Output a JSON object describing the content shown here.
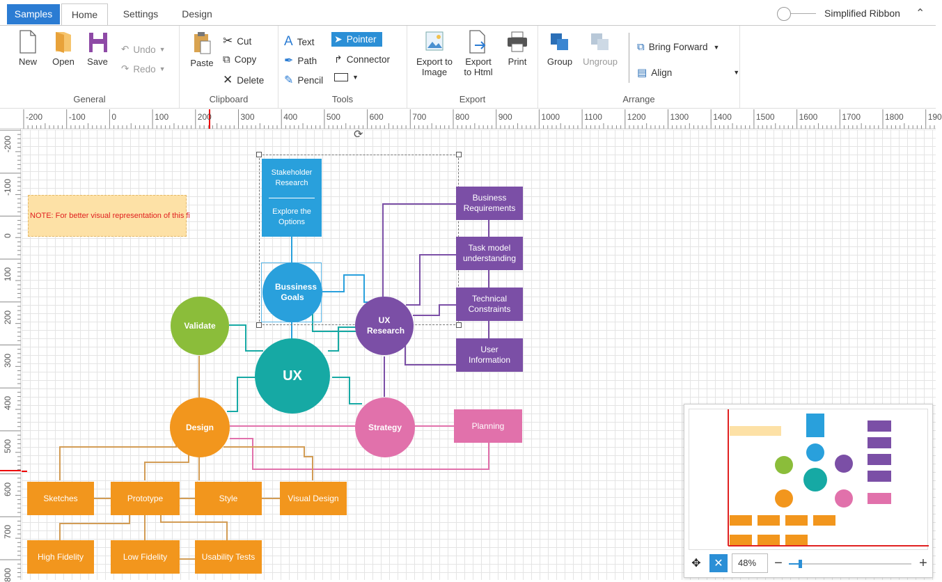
{
  "tabs": [
    "Samples",
    "Home",
    "Settings",
    "Design"
  ],
  "simplified_ribbon_label": "Simplified Ribbon",
  "groups": {
    "general": {
      "label": "General",
      "new": "New",
      "open": "Open",
      "save": "Save",
      "undo": "Undo",
      "redo": "Redo"
    },
    "clipboard": {
      "label": "Clipboard",
      "paste": "Paste",
      "cut": "Cut",
      "copy": "Copy",
      "delete": "Delete"
    },
    "tools": {
      "label": "Tools",
      "text": "Text",
      "path": "Path",
      "pencil": "Pencil",
      "pointer": "Pointer",
      "connector": "Connector"
    },
    "export": {
      "label": "Export",
      "export_image": "Export to Image",
      "export_html": "Export to Html",
      "print": "Print"
    },
    "arrange": {
      "label": "Arrange",
      "group": "Group",
      "ungroup": "Ungroup",
      "bring_forward": "Bring Forward",
      "align": "Align"
    }
  },
  "ruler": {
    "h_ticks": [
      "-200",
      "-100",
      "0",
      "100",
      "200",
      "300",
      "400",
      "500",
      "600",
      "700",
      "800",
      "900",
      "1000",
      "1100",
      "1200",
      "1300",
      "1400",
      "1500",
      "1600",
      "1700",
      "1800",
      "190"
    ],
    "v_ticks": [
      "-200",
      "-100",
      "0",
      "100",
      "200",
      "300",
      "400",
      "500",
      "600",
      "700",
      "800"
    ]
  },
  "diagram": {
    "note": "NOTE: For better visual representation of this fi",
    "stakeholder": "Stakeholder Research",
    "explore": "Explore the Options",
    "business_goals": "Bussiness Goals",
    "ux_research": "UX Research",
    "validate": "Validate",
    "ux": "UX",
    "design": "Design",
    "strategy": "Strategy",
    "planning": "Planning",
    "business_requirements": "Business Requirements",
    "task_model": "Task model understanding",
    "technical_constraints": "Technical Constraints",
    "user_information": "User Information",
    "sketches": "Sketches",
    "prototype": "Prototype",
    "style": "Style",
    "visual_design": "Visual Design",
    "high_fidelity": "High Fidelity",
    "low_fidelity": "Low Fidelity",
    "usability_tests": "Usability Tests"
  },
  "overview": {
    "zoom": "48%",
    "zoom_level": 0.08
  },
  "colors": {
    "blue": "#29a0dc",
    "purple": "#7b4fa6",
    "green": "#8bbd3a",
    "teal": "#16a9a4",
    "orange": "#f2961d",
    "pink": "#e171ab",
    "accent": "#2b7cd3"
  }
}
